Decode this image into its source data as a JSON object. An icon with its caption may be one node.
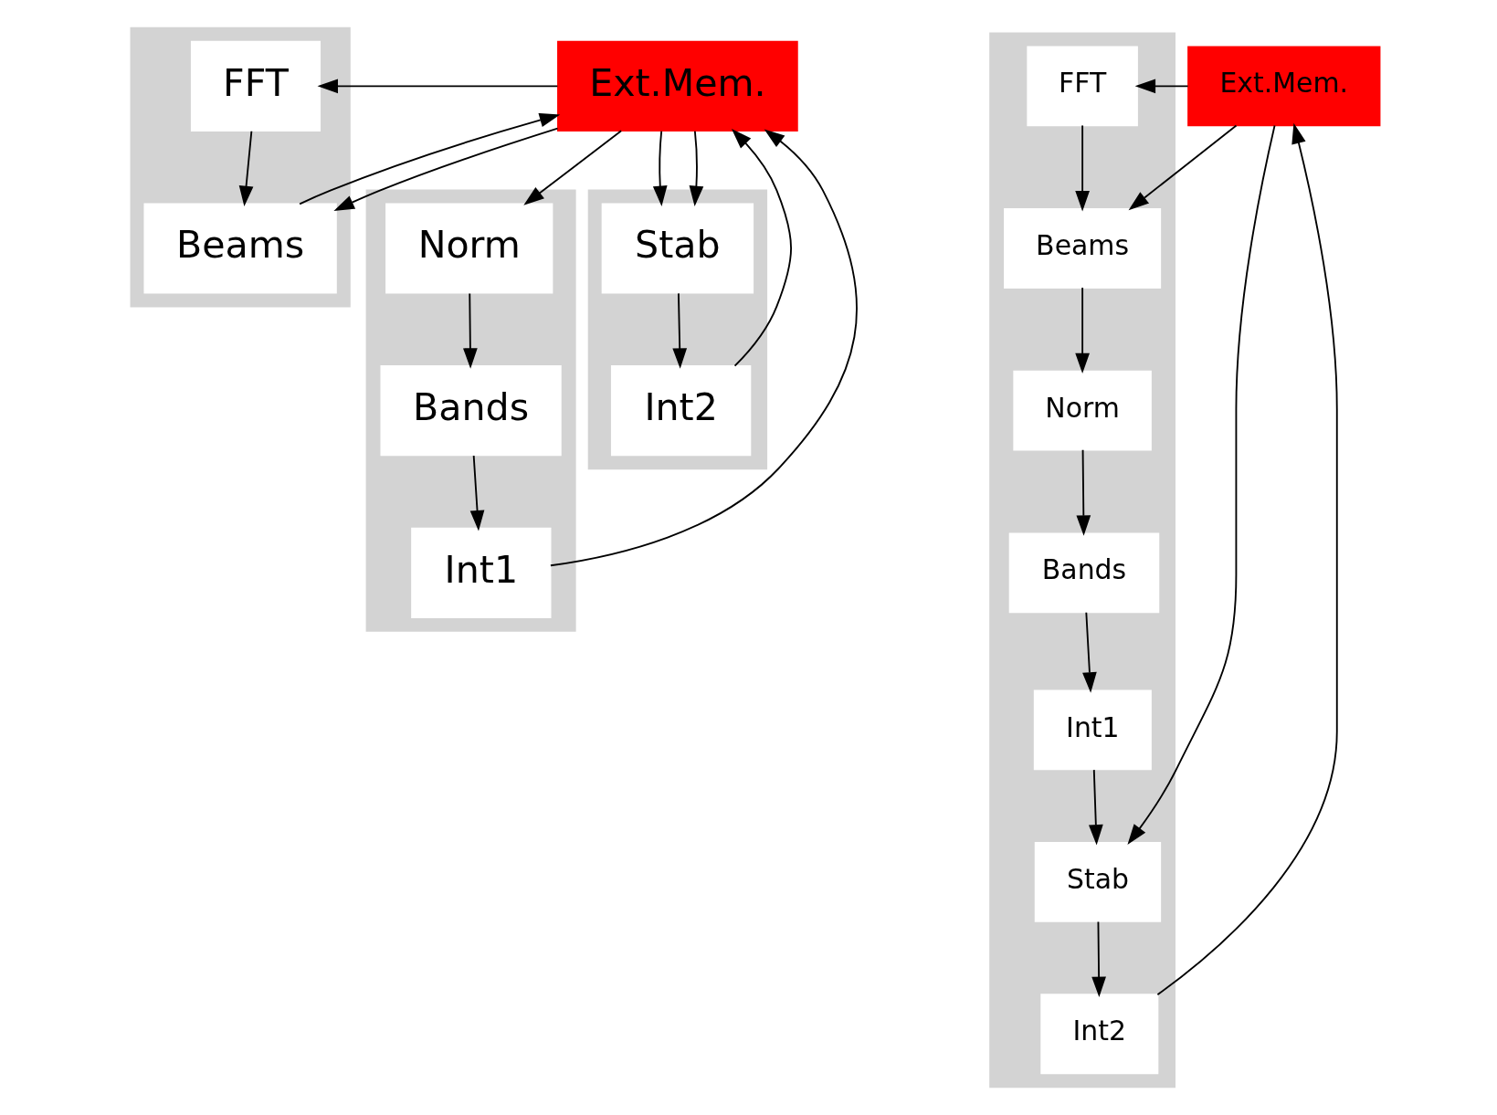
{
  "diagram": {
    "nodes": [
      {
        "text": [],
        "shape": "box"
      },
      {
        "text": [
          "FFT"
        ],
        "in": 0
      },
      {
        "text": [
          "Beams"
        ],
        "in": 0
      },
      {
        "text": [
          "Ext.Mem."
        ]
      },
      {
        "text": [],
        "shape": "box"
      },
      {
        "text": [
          "Norm"
        ],
        "in": 4
      },
      {
        "text": [
          "Bands"
        ],
        "in": 4
      },
      {
        "text": [
          "Int1"
        ],
        "in": 4
      },
      {
        "text": [],
        "shape": "box"
      },
      {
        "text": [
          "Stab"
        ],
        "in": 8
      },
      {
        "text": [
          "Int2"
        ],
        "in": 8
      },
      {
        "text": [],
        "shape": "box"
      },
      {
        "text": [
          "FFT"
        ],
        "in": 11
      },
      {
        "text": [
          "Ext.Mem."
        ]
      },
      {
        "text": [
          "Beams"
        ],
        "in": 11
      },
      {
        "text": [
          "Norm"
        ],
        "in": 11
      },
      {
        "text": [
          "Bands"
        ],
        "in": 11
      },
      {
        "text": [
          "Int1"
        ],
        "in": 11
      },
      {
        "text": [
          "Stab"
        ],
        "in": 11
      },
      {
        "text": [
          "Int2"
        ],
        "in": 11
      }
    ],
    "edges": [
      {
        "from": 3,
        "to": 1,
        "arrow": "to"
      },
      {
        "from": 1,
        "to": 2,
        "arrow": "to"
      },
      {
        "from": 2,
        "to": 3,
        "arrow": "to"
      },
      {
        "from": 3,
        "to": 2,
        "arrow": "to"
      },
      {
        "from": 3,
        "to": 5,
        "arrow": "to"
      },
      {
        "from": 3,
        "to": 9,
        "arrow": "to"
      },
      {
        "from": 3,
        "to": 9,
        "arrow": "to"
      },
      {
        "from": 5,
        "to": 6,
        "arrow": "to"
      },
      {
        "from": 6,
        "to": 7,
        "arrow": "to"
      },
      {
        "from": 9,
        "to": 10,
        "arrow": "to"
      },
      {
        "from": 10,
        "to": 3,
        "arrow": "to"
      },
      {
        "from": 7,
        "to": 3,
        "arrow": "to"
      },
      {
        "from": 13,
        "to": 12,
        "arrow": "to"
      },
      {
        "from": 12,
        "to": 14,
        "arrow": "to"
      },
      {
        "from": 13,
        "to": 14,
        "arrow": "to"
      },
      {
        "from": 14,
        "to": 15,
        "arrow": "to"
      },
      {
        "from": 15,
        "to": 16,
        "arrow": "to"
      },
      {
        "from": 16,
        "to": 17,
        "arrow": "to"
      },
      {
        "from": 17,
        "to": 18,
        "arrow": "to"
      },
      {
        "from": 13,
        "to": 18,
        "arrow": "to"
      },
      {
        "from": 18,
        "to": 19,
        "arrow": "to"
      },
      {
        "from": 19,
        "to": 13,
        "arrow": "to"
      }
    ]
  }
}
